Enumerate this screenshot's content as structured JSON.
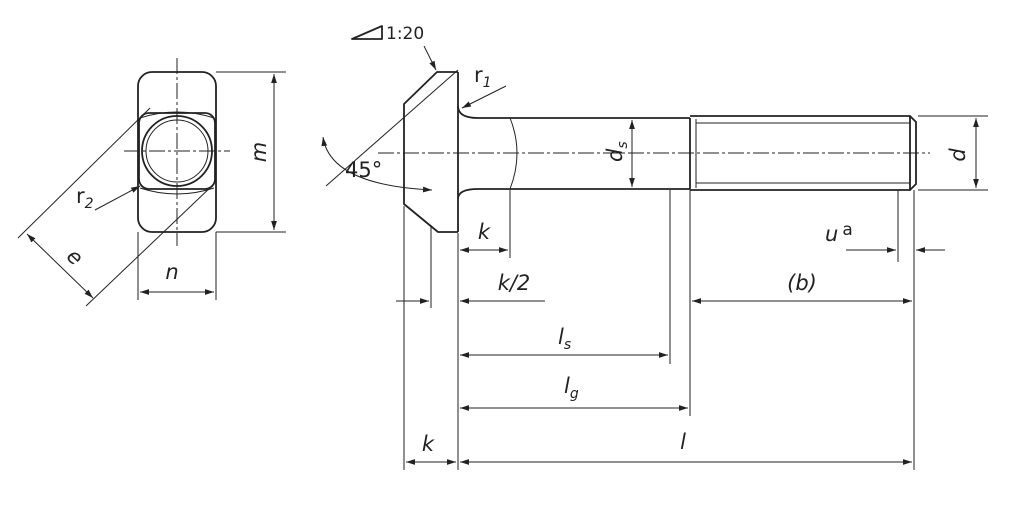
{
  "taper": {
    "text": "1:20"
  },
  "labels": {
    "r1": "r",
    "r1_sub": "1",
    "r2": "r",
    "r2_sub": "2",
    "e": "e",
    "n": "n",
    "m": "m",
    "angle": "45°",
    "ds": "d",
    "ds_sub": "s",
    "d": "d",
    "k_top": "k",
    "k_half": "k/2",
    "k_bottom": "k",
    "u": "u",
    "u_note": "a",
    "b": "(b)",
    "ls": "l",
    "ls_sub": "s",
    "lg": "l",
    "lg_sub": "g",
    "l": "l"
  }
}
